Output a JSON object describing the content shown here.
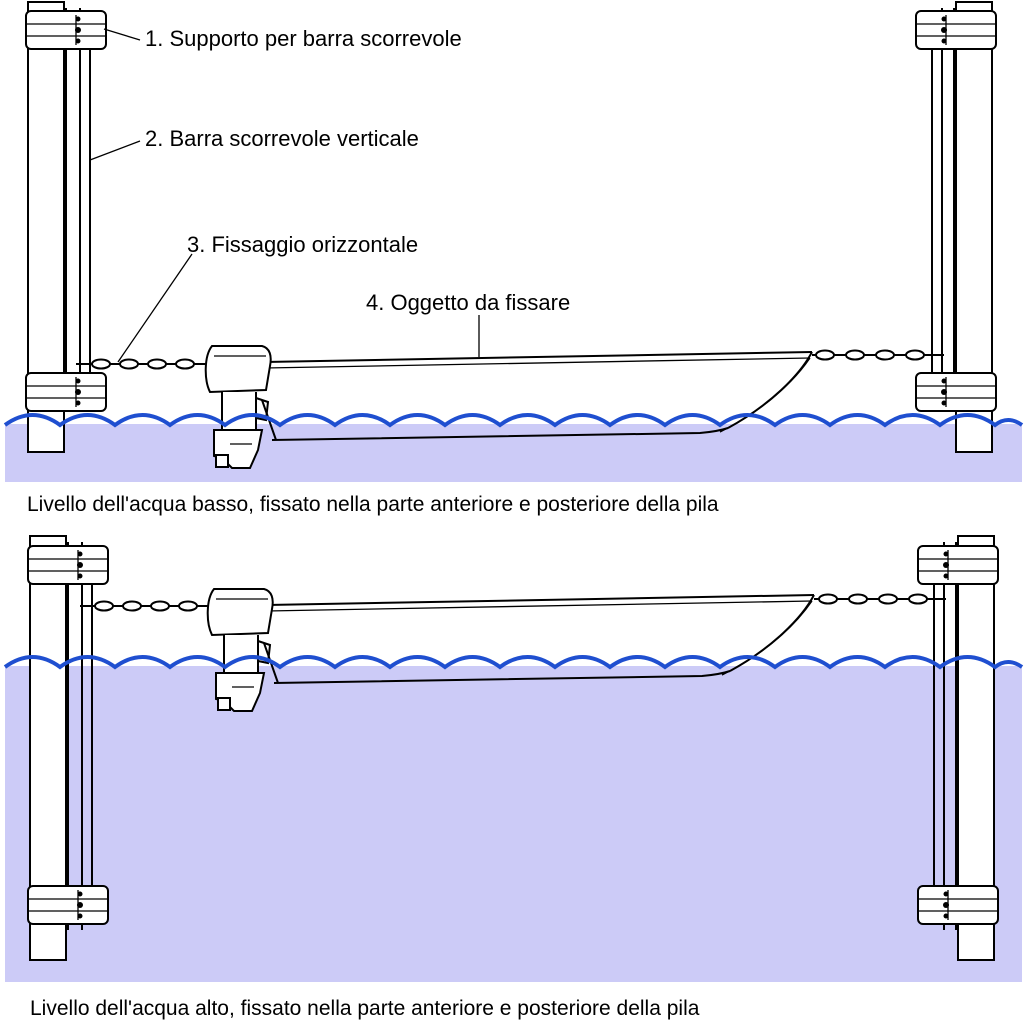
{
  "labels": {
    "item1": "1. Supporto per barra scorrevole",
    "item2": "2. Barra scorrevole verticale",
    "item3": "3. Fissaggio orizzontale",
    "item4": "4. Oggetto da fissare"
  },
  "captions": {
    "low": "Livello dell'acqua basso, fissato nella parte anteriore e posteriore della pila",
    "high": "Livello dell'acqua alto, fissato nella parte anteriore e posteriore della pila"
  },
  "colors": {
    "water": "#cccbf7",
    "wave": "#1f4fd0",
    "line": "#000000"
  }
}
